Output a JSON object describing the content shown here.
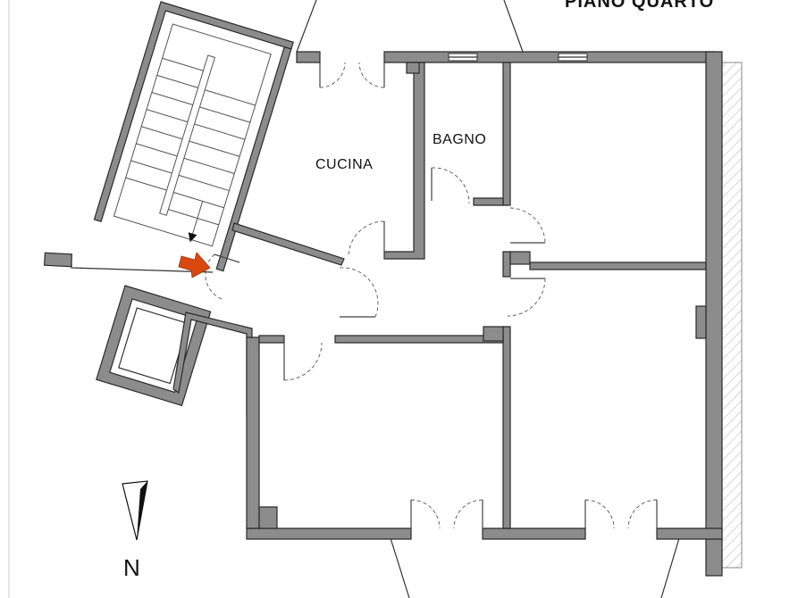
{
  "title": "PIANO  QUARTO",
  "rooms": {
    "cucina": "CUCINA",
    "bagno": "BAGNO"
  },
  "north": {
    "label": "N"
  },
  "colors": {
    "wall": "#8c8c8c",
    "entry_arrow": "#d9480f",
    "hatch": "#bdbdbd"
  },
  "icons": {
    "entry": "entry-arrow-icon",
    "north": "north-arrow-icon"
  }
}
